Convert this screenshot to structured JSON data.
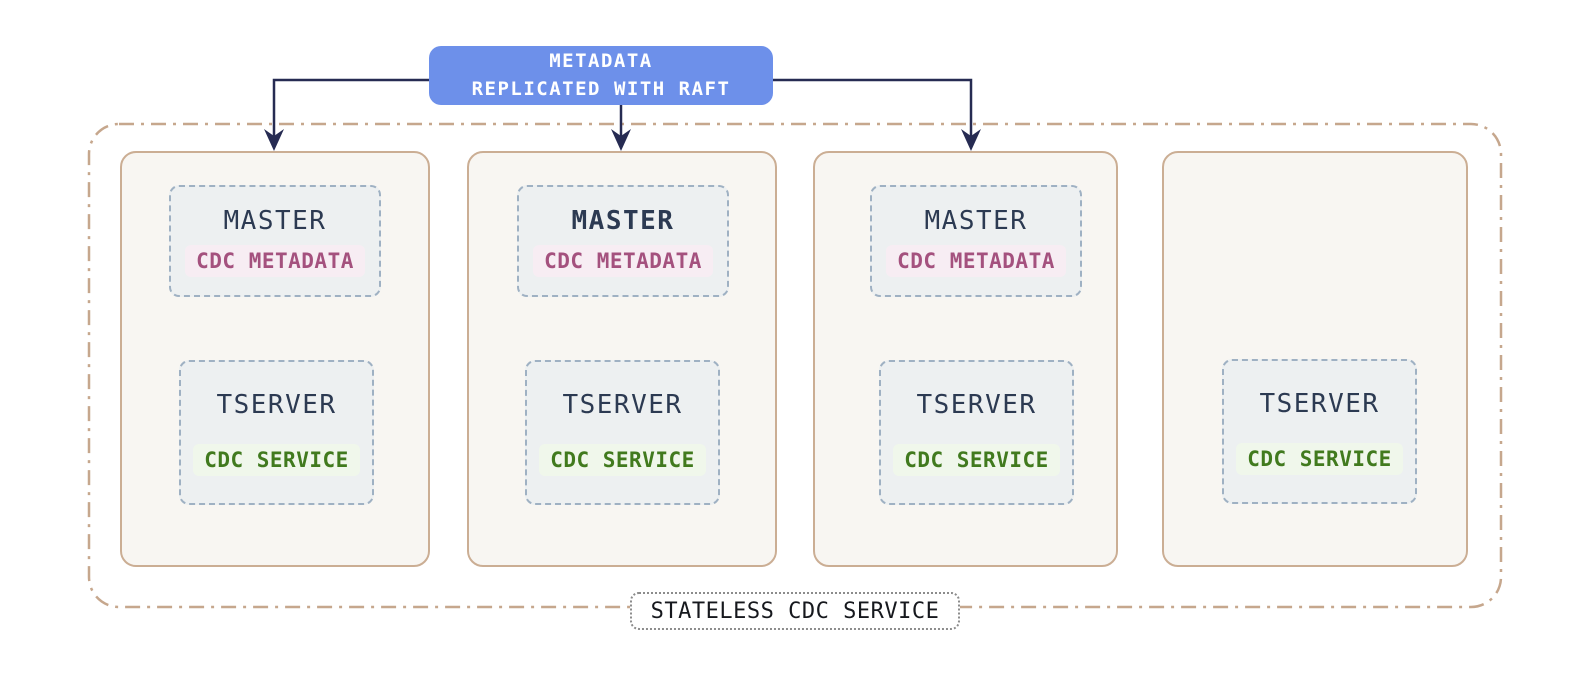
{
  "diagram": {
    "header": {
      "line1": "METADATA",
      "line2": "REPLICATED WITH RAFT"
    },
    "outer_label": "STATELESS CDC SERVICE",
    "nodes": [
      {
        "master": {
          "title": "MASTER",
          "bold": false,
          "badge": "CDC METADATA"
        },
        "tserver": {
          "title": "TSERVER",
          "badge": "CDC SERVICE"
        }
      },
      {
        "master": {
          "title": "MASTER",
          "bold": true,
          "badge": "CDC METADATA"
        },
        "tserver": {
          "title": "TSERVER",
          "badge": "CDC SERVICE"
        }
      },
      {
        "master": {
          "title": "MASTER",
          "bold": false,
          "badge": "CDC METADATA"
        },
        "tserver": {
          "title": "TSERVER",
          "badge": "CDC SERVICE"
        }
      },
      {
        "tserver": {
          "title": "TSERVER",
          "badge": "CDC SERVICE"
        }
      }
    ],
    "colors": {
      "header_bg": "#6D90EA",
      "header_text": "#FFFFFF",
      "arrow": "#262B52",
      "container_border": "#C6A78D",
      "node_border": "#CBAE94",
      "node_bg": "#F8F6F2",
      "inner_box_border": "#9FB1C3",
      "inner_box_bg": "#EDF0F1",
      "title_text": "#2C3A52",
      "metadata_text": "#A4517E",
      "metadata_bg": "#F7EDF3",
      "service_text": "#417A1E",
      "service_bg": "#F0F7EB",
      "outer_label_border": "#8C8C8C"
    }
  }
}
